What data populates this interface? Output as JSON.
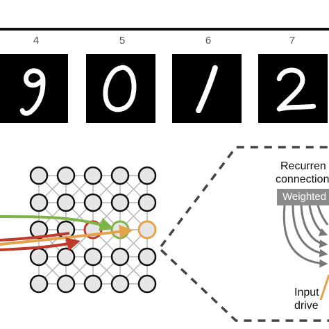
{
  "digit_sequence": [
    {
      "index": "4",
      "digit": "9"
    },
    {
      "index": "5",
      "digit": "0"
    },
    {
      "index": "6",
      "digit": "1"
    },
    {
      "index": "7",
      "digit": "2"
    }
  ],
  "network": {
    "rows": 5,
    "cols": 5,
    "node_fill": "#e6e6e6",
    "node_stroke": "#111111",
    "highlighted_nodes": [
      {
        "row": 2,
        "col": 2,
        "color": "#c0392b"
      },
      {
        "row": 2,
        "col": 3,
        "color": "#7fb548"
      },
      {
        "row": 2,
        "col": 4,
        "color": "#e4a24a"
      }
    ],
    "input_arrow_colors": [
      "#7fb548",
      "#e4a24a",
      "#c0392b"
    ]
  },
  "detail_panel": {
    "recurrent_label_line1": "Recurren",
    "recurrent_label_line2": "connection",
    "weighted_label": "Weighted",
    "input_label_line1": "Input",
    "input_label_line2": "drive"
  }
}
